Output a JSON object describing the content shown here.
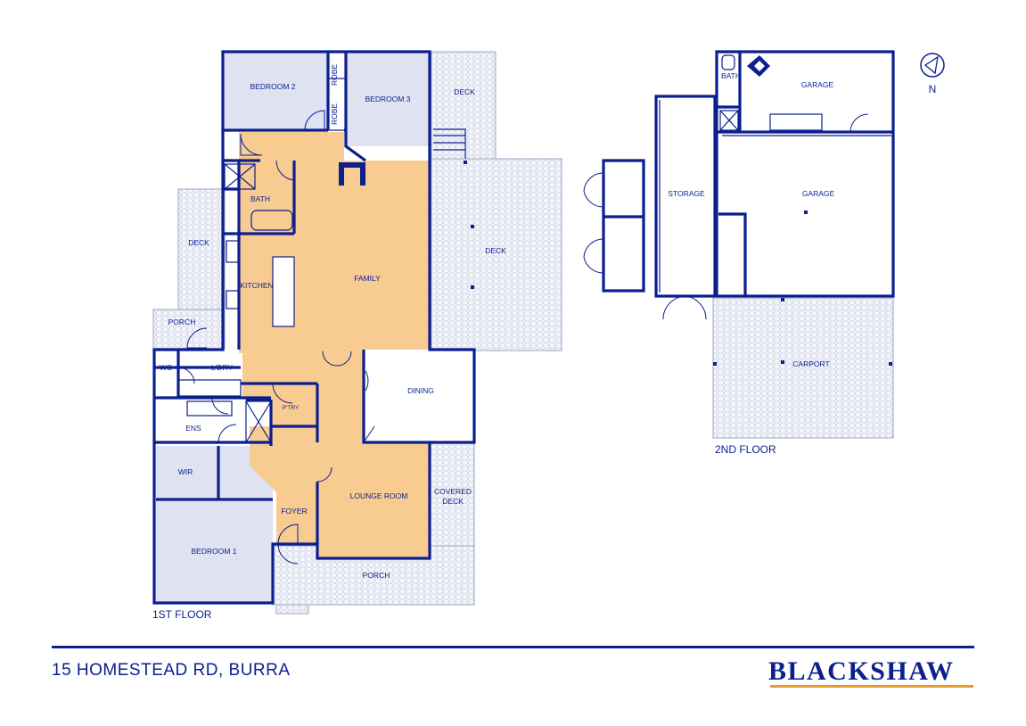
{
  "first_floor": {
    "label": "1ST FLOOR",
    "rooms": {
      "bedroom2": "BEDROOM 2",
      "robe1": "ROBE",
      "robe2": "ROBE",
      "bedroom3": "BEDROOM 3",
      "deck_top": "DECK",
      "bath": "BATH",
      "deck_left": "DECK",
      "deck_right": "DECK",
      "family": "FAMILY",
      "kitchen": "KITCHEN",
      "porch_left": "PORCH",
      "wc": "WC",
      "laundry": "L'DRY",
      "pantry": "P'TRY",
      "ens": "ENS",
      "dining": "DINING",
      "wir": "WIR",
      "covered_deck_line1": "COVERED",
      "covered_deck_line2": "DECK",
      "foyer": "FOYER",
      "lounge": "LOUNGE ROOM",
      "bedroom1": "BEDROOM 1",
      "porch_bottom": "PORCH"
    }
  },
  "second_floor": {
    "label": "2ND FLOOR",
    "rooms": {
      "bath": "BATH",
      "garage_top": "GARAGE",
      "storage": "STORAGE",
      "garage_main": "GARAGE",
      "carport": "CARPORT"
    }
  },
  "compass": {
    "label": "N"
  },
  "footer": {
    "address": "15 HOMESTEAD RD, BURRA",
    "brand": "BLACKSHAW"
  },
  "colors": {
    "line": "#0b1f8f",
    "living": "#f8cb90",
    "bedroom": "#dfe2f0",
    "accent": "#e79a2a"
  }
}
